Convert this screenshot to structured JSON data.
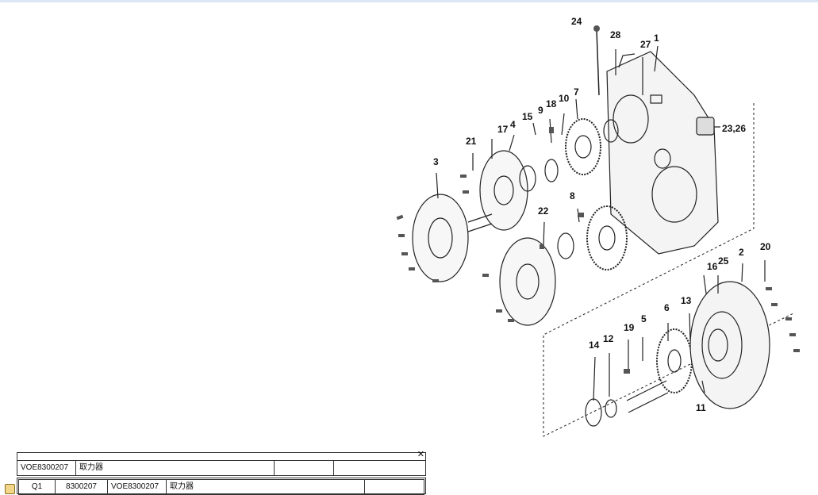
{
  "diagram": {
    "callouts": {
      "c1": "1",
      "c2": "2",
      "c3": "3",
      "c4": "4",
      "c5": "5",
      "c6": "6",
      "c7": "7",
      "c8": "8",
      "c9": "9",
      "c10": "10",
      "c11": "11",
      "c12": "12",
      "c13": "13",
      "c14": "14",
      "c15": "15",
      "c16": "16",
      "c17": "17",
      "c18": "18",
      "c19": "19",
      "c20": "20",
      "c21": "21",
      "c22": "22",
      "c23_26": "23,26",
      "c24": "24",
      "c25": "25",
      "c27": "27",
      "c28": "28"
    }
  },
  "panel1": {
    "close_glyph": "✕",
    "code": "VOE8300207",
    "name": "取力器",
    "extra1": "",
    "extra2": ""
  },
  "panel2": {
    "pos": "Q1",
    "partno": "8300207",
    "code": "VOE8300207",
    "name": "取力器",
    "extra": ""
  }
}
